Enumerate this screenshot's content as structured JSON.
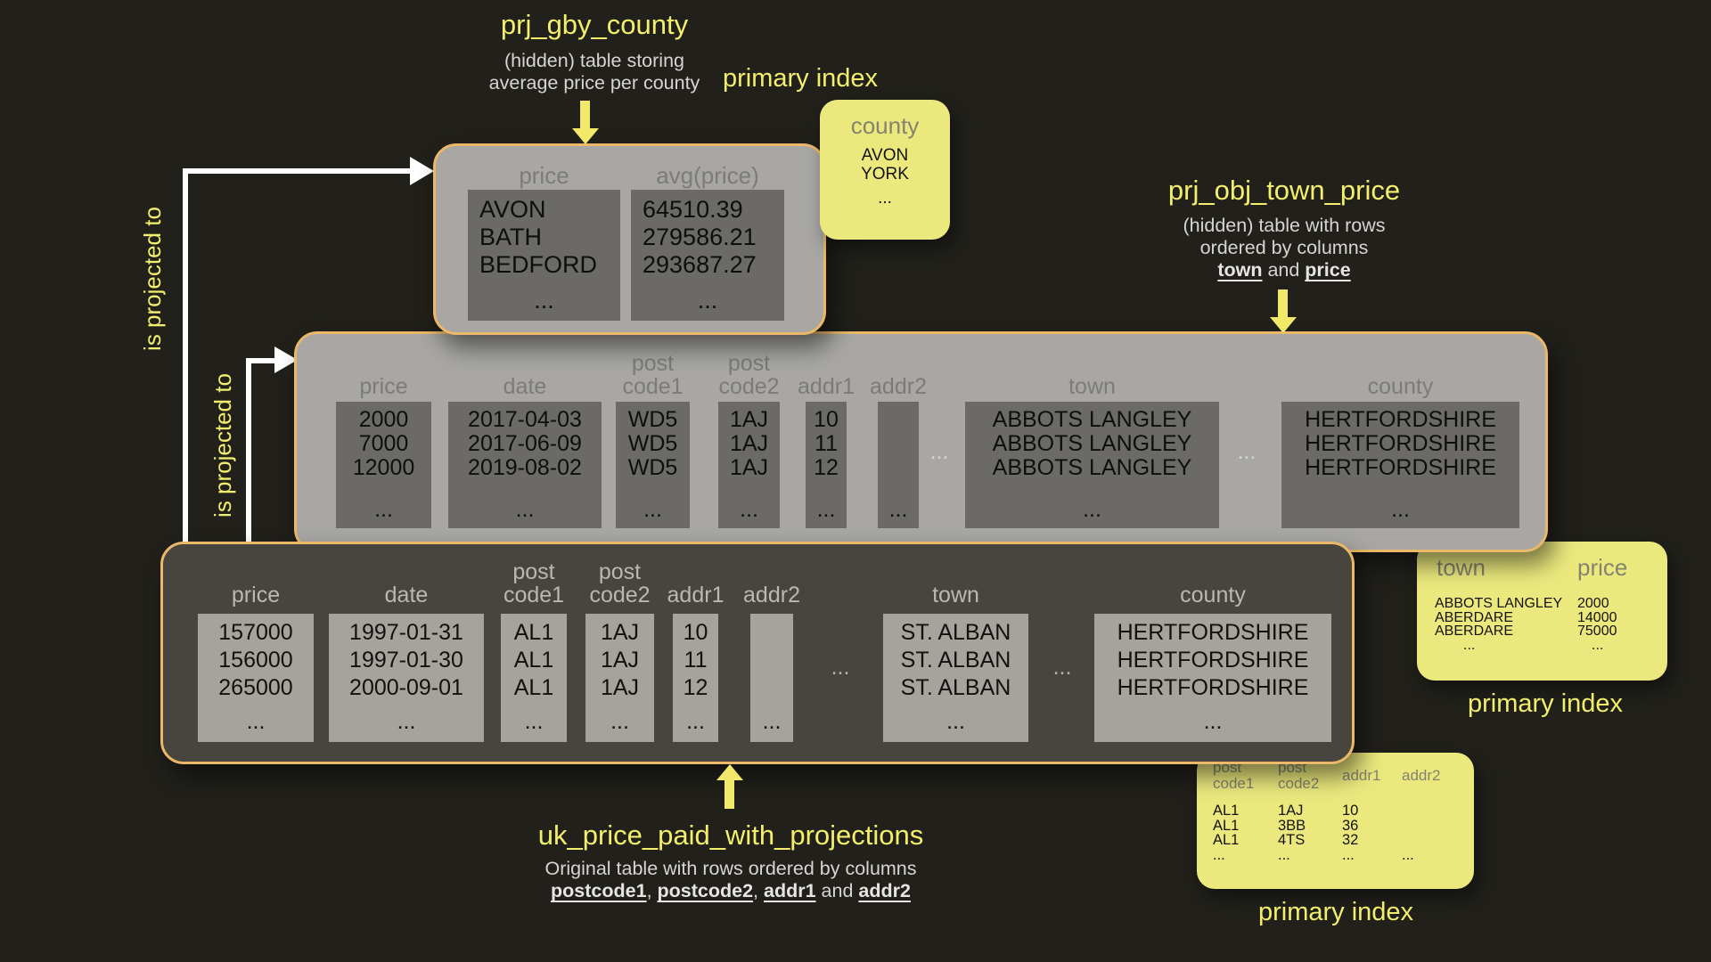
{
  "colors": {
    "background": "#21201b",
    "yellow_text": "#f3ef6c",
    "yellow_box": "#ebe97d",
    "table_light_bg": "#a8a7a4",
    "table_light_cell": "#6b6a67",
    "table_dark_bg": "#47453e",
    "table_dark_cell": "#a6a39c",
    "orange_border": "#eab868",
    "arrow_white": "#ffffff"
  },
  "annotations": {
    "gby": {
      "title": "prj_gby_county",
      "desc_line1": "(hidden) table storing",
      "desc_line2": "average price per county"
    },
    "obj": {
      "title": "prj_obj_town_price",
      "desc_line1": "(hidden) table with rows",
      "desc_line2": "ordered by columns",
      "desc_bold1": "town",
      "desc_mid": " and ",
      "desc_bold2": "price"
    },
    "main": {
      "title": "uk_price_paid_with_projections",
      "desc_line1": "Original table with rows ordered by columns",
      "b1": "postcode1",
      "s1": ", ",
      "b2": "postcode2",
      "s2": ", ",
      "b3": "addr1",
      "s3": " and ",
      "b4": "addr2"
    },
    "projected_outer": "is projected to",
    "projected_inner": "is projected to",
    "primary_index_top": "primary index",
    "primary_index_right": "primary index",
    "primary_index_bottom": "primary index",
    "ellipsis": "..."
  },
  "gby_table": {
    "columns": [
      {
        "header": "price",
        "values": [
          "AVON",
          "BATH",
          "BEDFORD"
        ],
        "more": "..."
      },
      {
        "header": "avg(price)",
        "values": [
          "64510.39",
          "279586.21",
          "293687.27"
        ],
        "more": "..."
      }
    ]
  },
  "obj_table": {
    "columns": [
      {
        "header": "price",
        "values": [
          "2000",
          "7000",
          "12000"
        ],
        "more": "..."
      },
      {
        "header": "date",
        "values": [
          "2017-04-03",
          "2017-06-09",
          "2019-08-02"
        ],
        "more": "..."
      },
      {
        "header": "post\ncode1",
        "values": [
          "WD5",
          "WD5",
          "WD5"
        ],
        "more": "..."
      },
      {
        "header": "post\ncode2",
        "values": [
          "1AJ",
          "1AJ",
          "1AJ"
        ],
        "more": "..."
      },
      {
        "header": "addr1",
        "values": [
          "10",
          "11",
          "12"
        ],
        "more": "..."
      },
      {
        "header": "addr2",
        "values": [],
        "more": "..."
      },
      {
        "header": "town",
        "values": [
          "ABBOTS LANGLEY",
          "ABBOTS LANGLEY",
          "ABBOTS LANGLEY"
        ],
        "more": "..."
      },
      {
        "header": "county",
        "values": [
          "HERTFORDSHIRE",
          "HERTFORDSHIRE",
          "HERTFORDSHIRE"
        ],
        "more": "..."
      }
    ],
    "gap1": "...",
    "gap2": "..."
  },
  "main_table": {
    "columns": [
      {
        "header": "price",
        "values": [
          "157000",
          "156000",
          "265000"
        ],
        "more": "..."
      },
      {
        "header": "date",
        "values": [
          "1997-01-31",
          "1997-01-30",
          "2000-09-01"
        ],
        "more": "..."
      },
      {
        "header": "post\ncode1",
        "values": [
          "AL1",
          "AL1",
          "AL1"
        ],
        "more": "..."
      },
      {
        "header": "post\ncode2",
        "values": [
          "1AJ",
          "1AJ",
          "1AJ"
        ],
        "more": "..."
      },
      {
        "header": "addr1",
        "values": [
          "10",
          "11",
          "12"
        ],
        "more": "..."
      },
      {
        "header": "addr2",
        "values": [],
        "more": "..."
      },
      {
        "header": "town",
        "values": [
          "ST. ALBAN",
          "ST. ALBAN",
          "ST. ALBAN"
        ],
        "more": "..."
      },
      {
        "header": "county",
        "values": [
          "HERTFORDSHIRE",
          "HERTFORDSHIRE",
          "HERTFORDSHIRE"
        ],
        "more": "..."
      }
    ],
    "gap1": "...",
    "gap2": "..."
  },
  "index_county": {
    "header": "county",
    "values": [
      "AVON",
      "YORK"
    ],
    "more": "..."
  },
  "index_town_price": {
    "headers": [
      "town",
      "price"
    ],
    "rows": [
      [
        "ABBOTS LANGLEY",
        "2000"
      ],
      [
        "ABERDARE",
        "14000"
      ],
      [
        "ABERDARE",
        "75000"
      ],
      [
        "...",
        "..."
      ]
    ]
  },
  "index_postcodes": {
    "headers": [
      "post\ncode1",
      "post\ncode2",
      "addr1",
      "addr2"
    ],
    "rows": [
      [
        "AL1",
        "1AJ",
        "10",
        ""
      ],
      [
        "AL1",
        "3BB",
        "36",
        ""
      ],
      [
        "AL1",
        "4TS",
        "32",
        ""
      ],
      [
        "...",
        "...",
        "...",
        "..."
      ]
    ]
  }
}
